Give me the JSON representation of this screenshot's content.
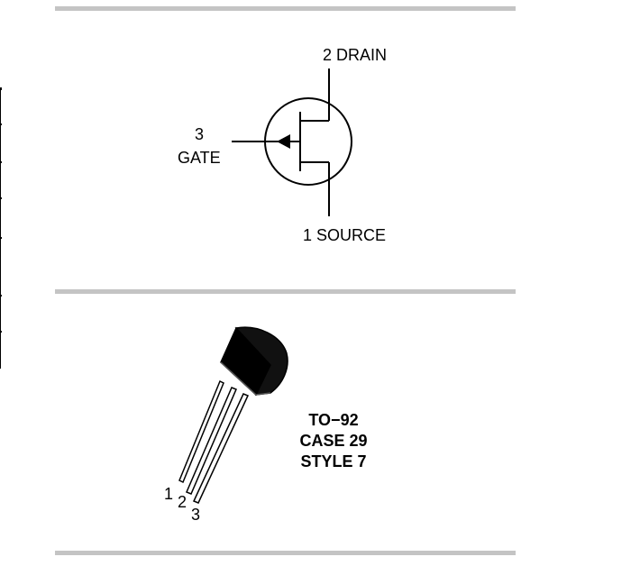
{
  "symbol": {
    "drain_label": "2 DRAIN",
    "gate_number": "3",
    "gate_label": "GATE",
    "source_label": "1 SOURCE"
  },
  "package": {
    "name": "TO−92",
    "case": "CASE 29",
    "style": "STYLE 7",
    "pins": [
      "1",
      "2",
      "3"
    ]
  }
}
